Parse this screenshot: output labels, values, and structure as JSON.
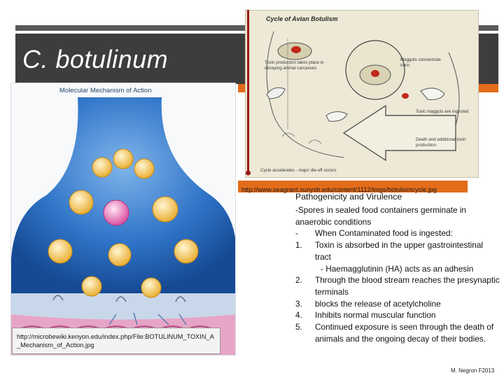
{
  "slide": {
    "title": "C. botulinum",
    "accent_color": "#e36c1a",
    "title_band_color": "#3d3d3d"
  },
  "left_figure": {
    "title": "Molecular Mechanism of Action",
    "caption": "http://microbewiki.kenyon.edu/index.php/File:BOTULINUM_TOXIN_A_Mechanism_of_Action.jpg"
  },
  "right_figure": {
    "title": "Cycle of Avian Botulism",
    "labels": [
      "Toxin production takes place in decaying animal carcasses",
      "Maggots concentrate toxin",
      "Toxic maggots are ingested",
      "Death and additional toxin production",
      "Cycle accelerates - major die-off occurs"
    ],
    "caption": "http://www.seagrant.sunysb.edu/content/1112/imgs/botulismcycle.jpg"
  },
  "body": {
    "heading": "Pathogenicity and Virulence",
    "intro": "-Spores in sealed food containers germinate in anaerobic conditions",
    "dash_item": "When Contaminated food is ingested:",
    "items": [
      "Toxin is absorbed in the upper gastrointestinal tract",
      "Through the blood stream reaches the presynaptic terminals",
      "blocks the release of acetylcholine",
      "Inhibits normal muscular function",
      "Continued exposure is seen through the death of animals and the ongoing decay of their bodies."
    ],
    "numbers": [
      "1.",
      "2.",
      "3.",
      "4.",
      "5."
    ],
    "dash": "-",
    "sub_item": "- Haemagglutinin (HA) acts as an adhesin"
  },
  "credit": "M. Negron F2013"
}
